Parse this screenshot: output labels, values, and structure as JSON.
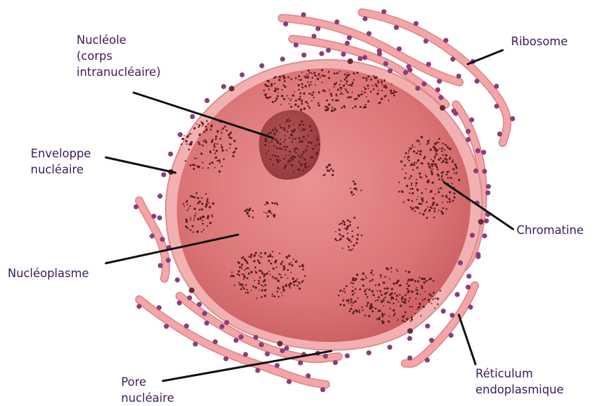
{
  "labels": {
    "nucleole": "Nucléole\n(corps\nintranucléaire)",
    "ribosome": "Ribosome",
    "enveloppe": "Enveloppe\nnucléaire",
    "chromatine": "Chromatine",
    "nucleoplasme": "Nucléoplasme",
    "pore": "Pore\nnucléaire",
    "reticulum": "Réticulum\nendoplasmique"
  },
  "colors": {
    "nucleus": "#e07e80",
    "nucleus_rim": "#f2b1b0",
    "nucleolus": "#a84a4c",
    "chromatin": "#5e2024",
    "er": "#f3a5a7",
    "ribosome": "#8b3d7a",
    "leader": "#111111",
    "text": "#3d1a5a"
  }
}
